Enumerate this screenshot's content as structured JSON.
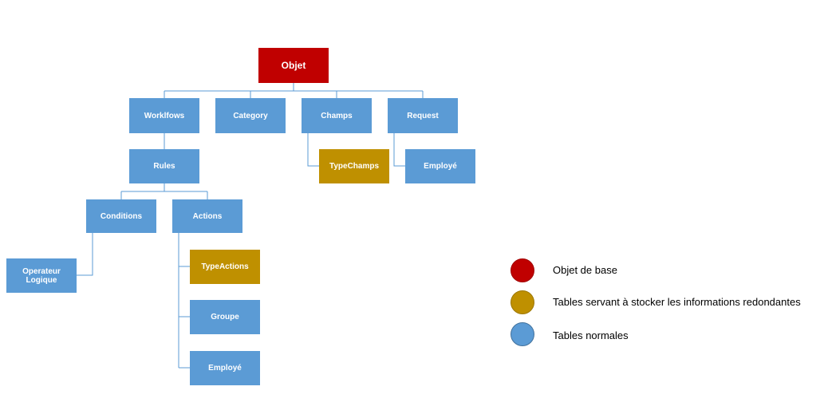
{
  "colors": {
    "base": "#c00000",
    "redundant": "#bf9000",
    "normal": "#5b9bd5",
    "connector": "#5b9bd5"
  },
  "nodes": {
    "objet": "Objet",
    "workflows": "Worklfows",
    "category": "Category",
    "champs": "Champs",
    "request": "Request",
    "rules": "Rules",
    "typechamps": "TypeChamps",
    "employe_request": "Employé",
    "conditions": "Conditions",
    "actions": "Actions",
    "operateur_logique": "Operateur Logique",
    "typeactions": "TypeActions",
    "groupe": "Groupe",
    "employe_actions": "Employé"
  },
  "legend": {
    "base": "Objet de base",
    "redundant": "Tables servant à stocker les informations redondantes",
    "normal": "Tables normales"
  }
}
